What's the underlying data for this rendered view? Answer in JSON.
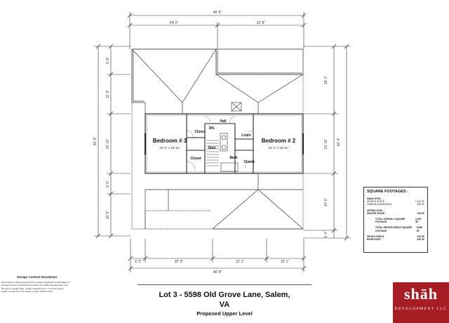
{
  "dimensions": {
    "overall_top": "46' 8\"",
    "top_left": "24' 0\"",
    "top_right": "22' 8\"",
    "left_a": "6' 8\"",
    "left_b": "11' 8\"",
    "left_c": "15' 11\"",
    "left_d": "5' 6\"",
    "left_e": "10' 6\"",
    "left_overall": "50' 8\"",
    "right_a": "18' 0\"",
    "right_b": "15' 11\"",
    "right_c": "14' 6\"",
    "right_d": "1' 4\"",
    "right_overall": "50' 4\"",
    "bottom_a": "6' 0\"",
    "bottom_b": "20' 8\"",
    "bottom_c": "12' 1\"",
    "bottom_d": "10' 1\"",
    "overall_bottom": "46' 8\""
  },
  "rooms": {
    "hall": "Hall",
    "bedroom3": "Bedroom # 3",
    "bedroom3_dim": "12' 4\" x 15'-11\"",
    "bedroom2": "Bedroom # 2",
    "bedroom2_dim": "13' 2\" x 15'-11\"",
    "closet_a": "Closet",
    "closet_b": "Closet",
    "closet_c": "Closet",
    "linen": "Linen",
    "stair": "Stair",
    "bath": "Bath",
    "dn": "DN."
  },
  "sqft": {
    "heading": "SQUARE FOOTAGES :",
    "main_level": "MAIN LEVEL :",
    "heated_space_label": "HEATED SPACE :",
    "heated_space_main": "1,314 SF",
    "garage_label": "GARAGE (UNHEATED) :",
    "garage_value": "495 SF",
    "upper_level": "UPPER LEVEL :",
    "heated_space_upper": "796 SF",
    "total_overall_label": "TOTAL OVERALL SQUARE FOOTAGE",
    "total_overall_value": "2,575 SF",
    "total_heated_label": "TOTAL HEATED SPACE SQUARE FOOTAGE",
    "total_heated_value": "2,080 SF",
    "front_porch_label": "FRONT PORCH",
    "front_porch_value": "120 SF",
    "rear_patio_label": "REAR PATIO",
    "rear_patio_value": "208 SF"
  },
  "disclaimer": {
    "title": "Design Content Disclaimer",
    "body": "Items shown in these documents are strictly a graphical representation of concept and are for illustrative purposes only. Shah Developments, LLC the right to change, alter, modify, substitute and / or omit any items, details, as aspects of the design concept without notice."
  },
  "title": {
    "address": "Lot 3 - 5598 Old Grove Lane, Salem, VA",
    "subtitle": "Proposed Upper Level"
  },
  "logo": {
    "name": "shāh",
    "sub": "DEVELOPMENT LLC"
  }
}
